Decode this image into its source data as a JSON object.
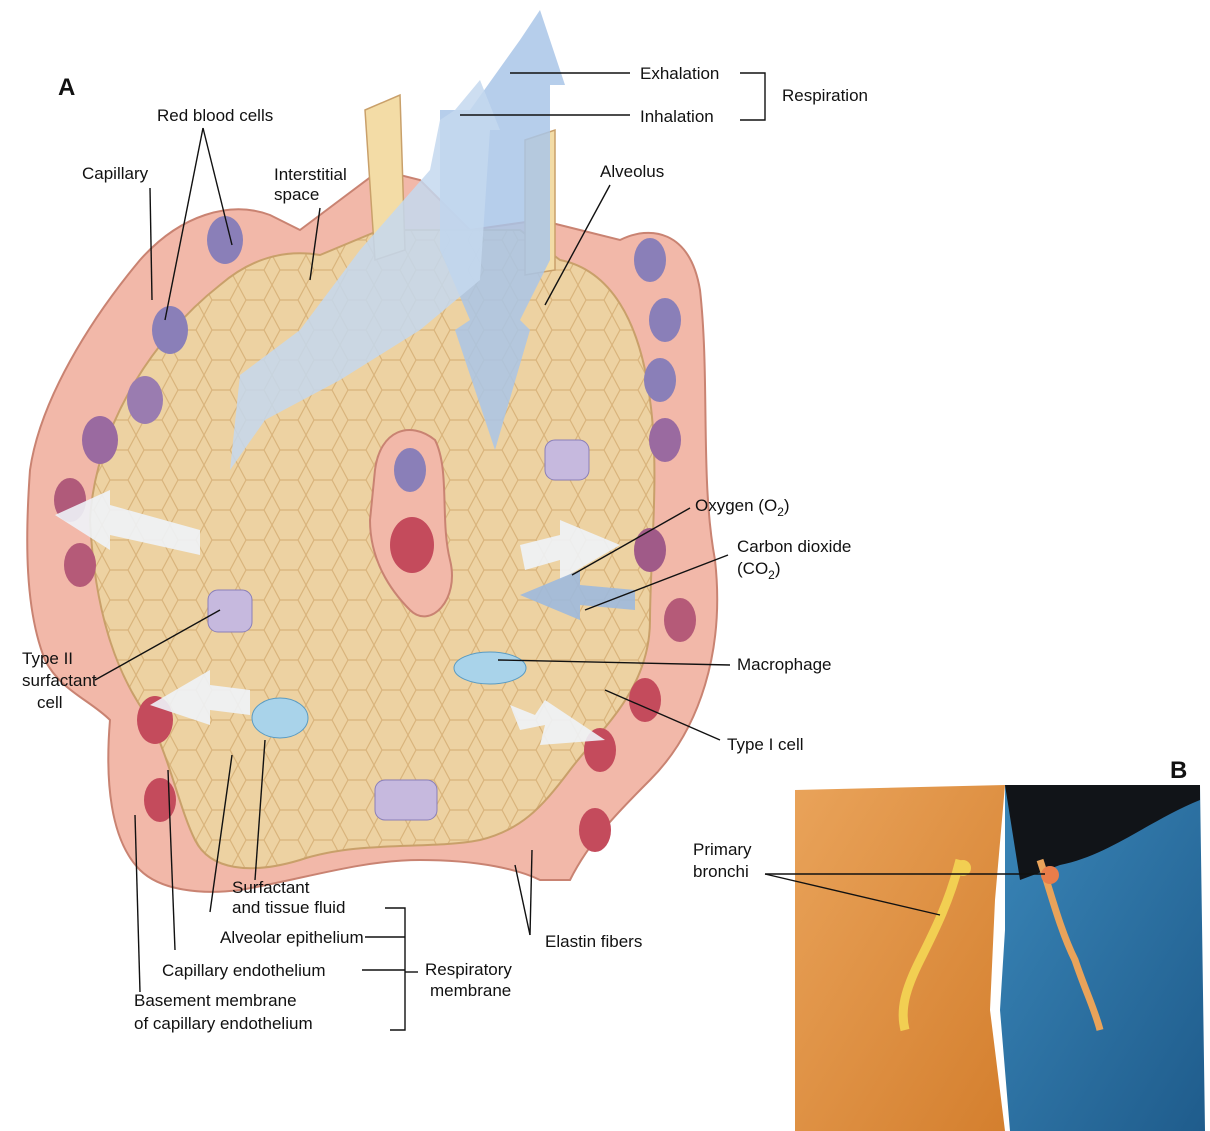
{
  "panels": {
    "a": "A",
    "b": "B"
  },
  "labels": {
    "exhalation": "Exhalation",
    "inhalation": "Inhalation",
    "respiration": "Respiration",
    "red_blood_cells": "Red blood cells",
    "capillary": "Capillary",
    "interstitial_1": "Interstitial",
    "interstitial_2": "space",
    "alveolus": "Alveolus",
    "oxygen_pre": "Oxygen (O",
    "oxygen_sub": "2",
    "oxygen_post": ")",
    "carbon_1": "Carbon dioxide",
    "carbon_pre": "(CO",
    "carbon_sub": "2",
    "carbon_post": ")",
    "macrophage": "Macrophage",
    "type1": "Type I cell",
    "type2_1": "Type II",
    "type2_2": "surfactant",
    "type2_3": "cell",
    "surfactant_1": "Surfactant",
    "surfactant_2": "and tissue fluid",
    "alveolar_epi": "Alveolar epithelium",
    "cap_endo": "Capillary endothelium",
    "basement_1": "Basement membrane",
    "basement_2": "of capillary endothelium",
    "resp_mem_1": "Respiratory",
    "resp_mem_2": "membrane",
    "elastin": "Elastin fibers",
    "primary_1": "Primary",
    "primary_2": "bronchi"
  },
  "colors": {
    "air_arrow": "#a9c6e8",
    "alveolar_wall": "#e9c896",
    "capillary_wall": "#f0b2a6",
    "red_blood_cell": "#c44b5c",
    "deoxy_blood_cell": "#8a7fb8",
    "lung_cast_left": "#e08a38",
    "lung_cast_right": "#2a6fa3"
  }
}
